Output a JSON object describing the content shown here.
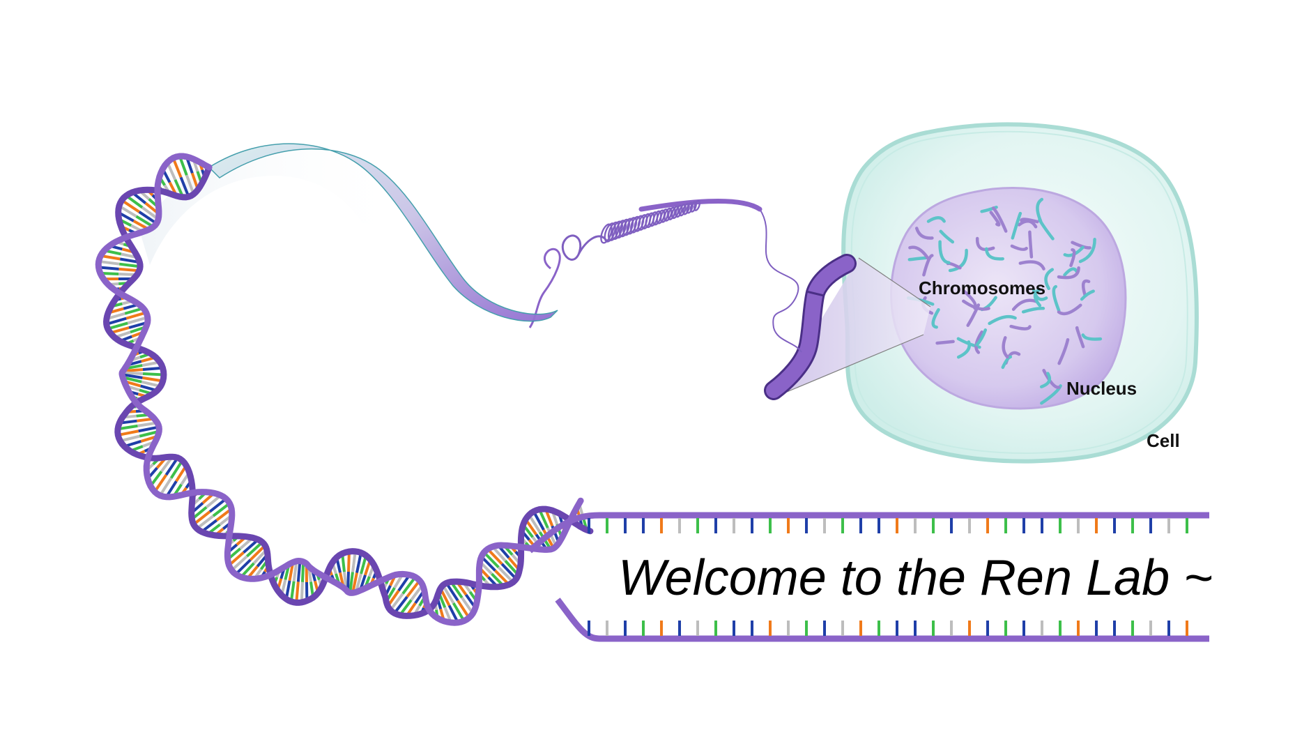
{
  "labels": {
    "chromosomes": "Chromosomes",
    "nucleus": "Nucleus",
    "cell": "Cell"
  },
  "welcome_text": "Welcome to the Ren Lab ~",
  "colors": {
    "backbone": "#8a63c8",
    "backbone_dark": "#6a46b0",
    "base_blue": "#1f3fa8",
    "base_green": "#3dbf4a",
    "base_orange": "#f07a1a",
    "base_gray": "#bdbdbd",
    "cell_fill": "#dff4f1",
    "cell_edge": "#a9dcd4",
    "nucleus_fill": "#d9cdee",
    "chromatin_teal": "#5cc3c8",
    "chromatin_purple": "#9d82cf"
  }
}
